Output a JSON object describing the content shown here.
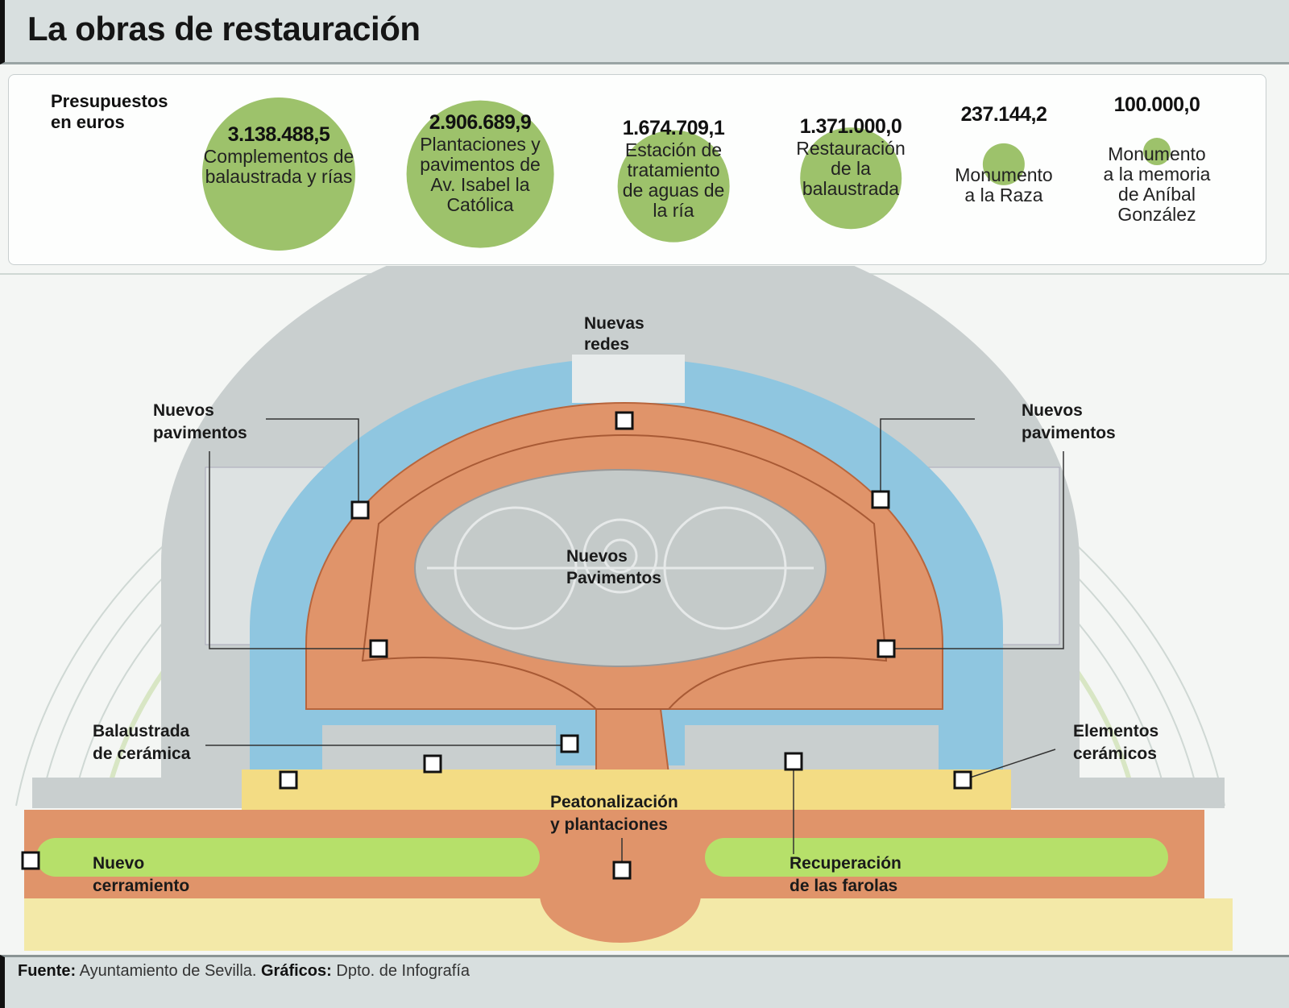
{
  "title": "La obras de restauración",
  "budget": {
    "heading": [
      "Presupuestos",
      "en euros"
    ],
    "items": [
      {
        "value": 3138488.5,
        "value_label": "3.138.488,5",
        "lines": [
          "Complementos de",
          "balaustrada y rías"
        ]
      },
      {
        "value": 2906689.9,
        "value_label": "2.906.689,9",
        "lines": [
          "Plantaciones y",
          "pavimentos de",
          "Av. Isabel la",
          "Católica"
        ]
      },
      {
        "value": 1674709.1,
        "value_label": "1.674.709,1",
        "lines": [
          "Estación de",
          "tratamiento",
          "de aguas de",
          "la ría"
        ]
      },
      {
        "value": 1371000.0,
        "value_label": "1.371.000,0",
        "lines": [
          "Restauración",
          "de la",
          "balaustrada"
        ]
      },
      {
        "value": 237144.2,
        "value_label": "237.144,2",
        "lines": [
          "Monumento",
          "a la Raza"
        ]
      },
      {
        "value": 100000.0,
        "value_label": "100.000,0",
        "lines": [
          "Monumento",
          "a la memoria",
          "de Aníbal",
          "González"
        ]
      }
    ]
  },
  "labels": {
    "nuevas_redes": [
      "Nuevas",
      "redes"
    ],
    "pav_left": [
      "Nuevos",
      "pavimentos"
    ],
    "pav_right": [
      "Nuevos",
      "pavimentos"
    ],
    "pav_center": [
      "Nuevos",
      "Pavimentos"
    ],
    "balaustrada": [
      "Balaustrada",
      "de cerámica"
    ],
    "elementos": [
      "Elementos",
      "cerámicos"
    ],
    "peatonal": [
      "Peatonalización",
      "y plantaciones"
    ],
    "cerramiento": [
      "Nuevo",
      "cerramiento"
    ],
    "farolas": [
      "Recuperación",
      "de las farolas"
    ]
  },
  "footer": {
    "source_label": "Fuente:",
    "source": "Ayuntamiento de Sevilla.",
    "graphics_label": "Gráficos:",
    "graphics": "Dpto. de Infografía"
  },
  "colors": {
    "circle": "#9dc26b",
    "water": "#8fc6e0",
    "paving": "#e0946a",
    "yellow": "#f3dc84",
    "green": "#b6e06a",
    "gray": "#c9cfcf"
  }
}
